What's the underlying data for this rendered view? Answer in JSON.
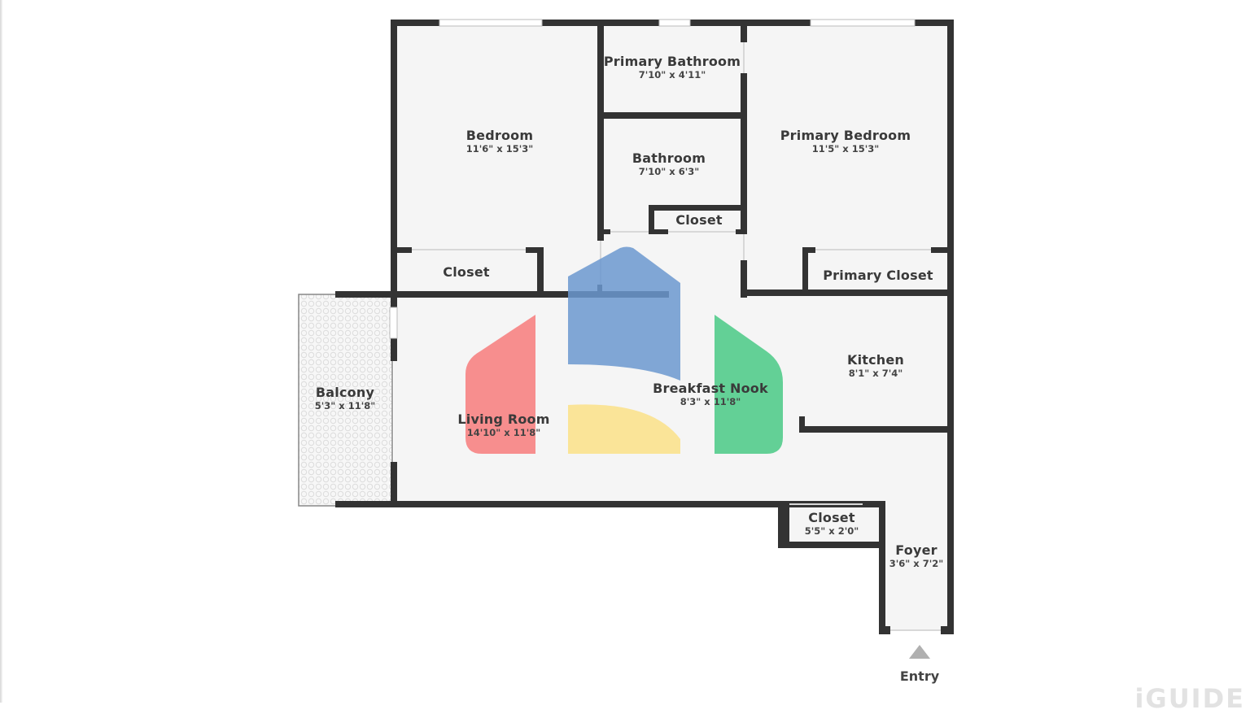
{
  "floorplan": {
    "colors": {
      "wall": "#333333",
      "floor": "#f5f5f5",
      "window": "#ffffff",
      "balcony": "#f3f3f3",
      "entry_arrow": "#b0b0b0",
      "logo_red": "#f77b7b",
      "logo_blue": "#6b98cf",
      "logo_yellow": "#fbe28e",
      "logo_green": "#3fc77e"
    },
    "rooms": [
      {
        "name": "Bedroom",
        "dims": "11'6\" x 15'3\""
      },
      {
        "name": "Primary Bathroom",
        "dims": "7'10\" x 4'11\""
      },
      {
        "name": "Bathroom",
        "dims": "7'10\" x 6'3\""
      },
      {
        "name": "Primary Bedroom",
        "dims": "11'5\" x 15'3\""
      },
      {
        "name": "Closet",
        "dims": ""
      },
      {
        "name": "Closet",
        "dims": ""
      },
      {
        "name": "Primary Closet",
        "dims": ""
      },
      {
        "name": "Balcony",
        "dims": "5'3\" x 11'8\""
      },
      {
        "name": "Living Room",
        "dims": "14'10\" x 11'8\""
      },
      {
        "name": "Breakfast Nook",
        "dims": "8'3\" x 11'8\""
      },
      {
        "name": "Kitchen",
        "dims": "8'1\" x 7'4\""
      },
      {
        "name": "Closet",
        "dims": "5'5\" x 2'0\""
      },
      {
        "name": "Foyer",
        "dims": "3'6\" x 7'2\""
      }
    ],
    "entry_label": "Entry",
    "watermark": "iGUIDE"
  }
}
